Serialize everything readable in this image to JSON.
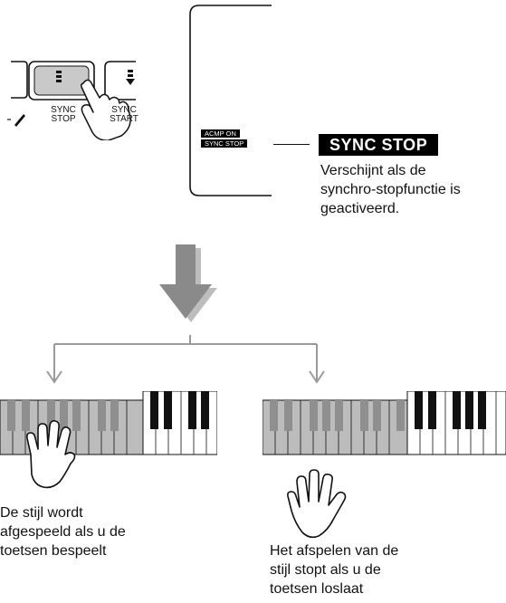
{
  "panel": {
    "sync_stop_button_label": "SYNC\nSTOP",
    "sync_start_button_label": "SYNC\nSTART"
  },
  "display": {
    "acmp_on_indicator": "ACMP ON",
    "sync_stop_indicator": "SYNC STOP"
  },
  "callout": {
    "badge": "SYNC STOP",
    "description": "Verschijnt als de\nsynchro-stopfunctie is\ngeactiveerd."
  },
  "outcomes": {
    "left_caption": "De stijl wordt\nafgespeeld als u de\ntoetsen bespeelt",
    "right_caption": "Het afspelen van de\nstijl stopt als u de\ntoetsen loslaat"
  },
  "colors": {
    "key_gray": "#bcbcbc",
    "button_gray": "#c9c9c9",
    "arrow_gray": "#8a8a8a",
    "badge_black": "#000000"
  }
}
